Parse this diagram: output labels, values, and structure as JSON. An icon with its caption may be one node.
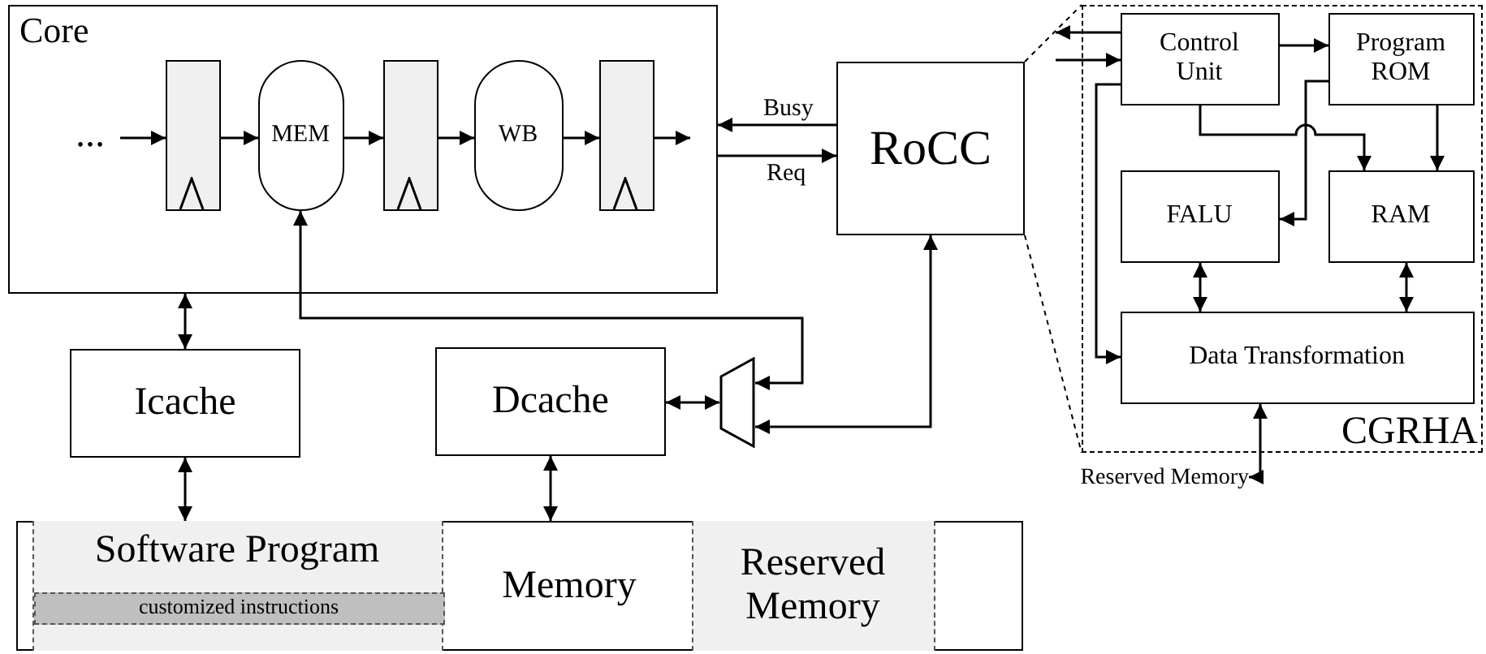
{
  "diagram": {
    "nodes": [
      {
        "text": [
          "Core"
        ]
      },
      {
        "text": [
          "..."
        ],
        "in": 0
      },
      {
        "text": [],
        "shape": "box",
        "in": 0
      },
      {
        "text": [
          "MEM"
        ],
        "in": 0
      },
      {
        "text": [],
        "shape": "box",
        "in": 0
      },
      {
        "text": [
          "WB"
        ],
        "in": 0
      },
      {
        "text": [],
        "shape": "box",
        "in": 0
      },
      {
        "text": [
          "RoCC"
        ]
      },
      {
        "text": [
          "CGRHA"
        ]
      },
      {
        "text": [
          "Control Unit"
        ],
        "in": 8
      },
      {
        "text": [
          "Program ROM"
        ],
        "in": 8
      },
      {
        "text": [
          "FALU"
        ],
        "in": 8
      },
      {
        "text": [
          "RAM"
        ],
        "in": 8
      },
      {
        "text": [
          "Data Transformation"
        ],
        "in": 8
      },
      {
        "text": [
          "Icache"
        ]
      },
      {
        "text": [
          "Dcache"
        ]
      },
      {
        "text": [],
        "shape": "trapezoid"
      },
      {
        "text": [
          "Memory"
        ]
      },
      {
        "text": [
          "Software Program"
        ],
        "in": 17
      },
      {
        "text": [
          "customized instructions"
        ],
        "in": 18
      },
      {
        "text": [
          "Reserved Memory"
        ],
        "in": 17
      },
      {
        "text": [
          "Reserved Memory"
        ]
      }
    ],
    "edges": [
      {
        "from": 1,
        "to": 2,
        "arrow": "to"
      },
      {
        "from": 2,
        "to": 3,
        "arrow": "to"
      },
      {
        "from": 3,
        "to": 4,
        "arrow": "to"
      },
      {
        "from": 4,
        "to": 5,
        "arrow": "to"
      },
      {
        "from": 5,
        "to": 6,
        "arrow": "to"
      },
      {
        "from": 6,
        "to": null,
        "arrow": "to"
      },
      {
        "from": 7,
        "to": 0,
        "arrow": "to",
        "label": "Busy"
      },
      {
        "from": 0,
        "to": 7,
        "arrow": "to",
        "label": "Req"
      },
      {
        "from": 0,
        "to": 14,
        "arrow": "both"
      },
      {
        "from": 14,
        "to": 17,
        "arrow": "both"
      },
      {
        "from": 15,
        "to": 17,
        "arrow": "both"
      },
      {
        "from": 15,
        "to": 16,
        "arrow": "both"
      },
      {
        "from": 3,
        "to": 16,
        "arrow": "both"
      },
      {
        "from": 7,
        "to": 16,
        "arrow": "both"
      },
      {
        "from": 9,
        "to": null,
        "arrow": "to"
      },
      {
        "from": null,
        "to": 9,
        "arrow": "to"
      },
      {
        "from": 9,
        "to": 10,
        "arrow": "to"
      },
      {
        "from": 9,
        "to": 13,
        "arrow": "to"
      },
      {
        "from": 9,
        "to": 12,
        "arrow": "to"
      },
      {
        "from": 10,
        "to": 11,
        "arrow": "to"
      },
      {
        "from": 10,
        "to": 12,
        "arrow": "to"
      },
      {
        "from": 11,
        "to": 13,
        "arrow": "both"
      },
      {
        "from": 12,
        "to": 13,
        "arrow": "both"
      },
      {
        "from": 13,
        "to": 21,
        "arrow": "both"
      },
      {
        "from": 7,
        "to": 8,
        "arrow": "none",
        "style": "dashed"
      },
      {
        "from": 7,
        "to": 8,
        "arrow": "none",
        "style": "dashed"
      }
    ]
  }
}
